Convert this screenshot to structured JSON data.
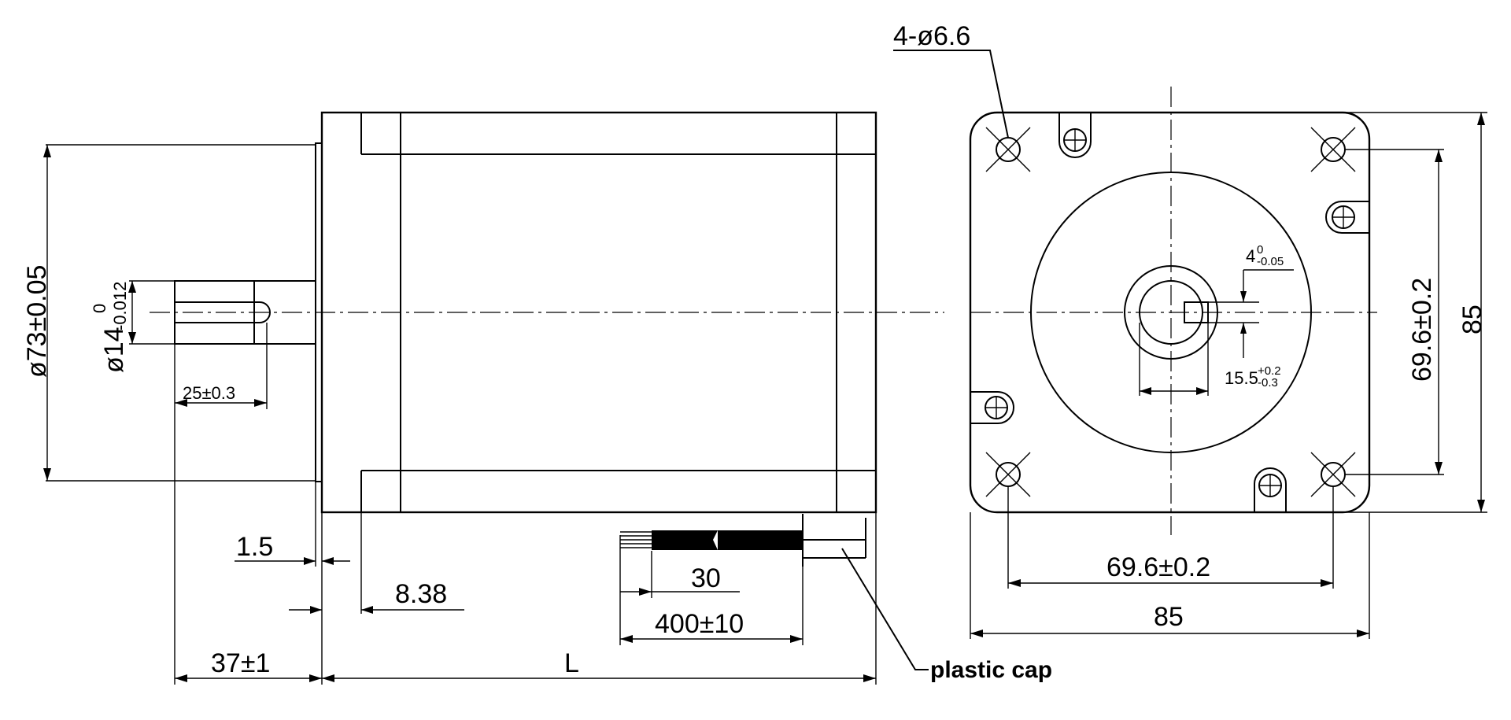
{
  "side_view": {
    "body_dia": "ø73±0.05",
    "shaft_dia": "ø14",
    "shaft_tol_upper": "0",
    "shaft_tol_lower": "-0.012",
    "key_length": "25±0.3",
    "flange_thickness": "1.5",
    "pilot_offset": "8.38",
    "shaft_length": "37±1",
    "body_length": "L",
    "lead_strip": "30",
    "lead_length": "400±10",
    "cap_label": "plastic cap"
  },
  "front_view": {
    "holes": "4-ø6.6",
    "key_width": "4",
    "key_tol_upper": "0",
    "key_tol_lower": "-0.05",
    "key_depth": "15.5",
    "key_depth_tol_upper": "+0.2",
    "key_depth_tol_lower": "-0.3",
    "hole_pitch_v": "69.6±0.2",
    "frame_size_v": "85",
    "hole_pitch_h": "69.6±0.2",
    "frame_size_h": "85"
  }
}
